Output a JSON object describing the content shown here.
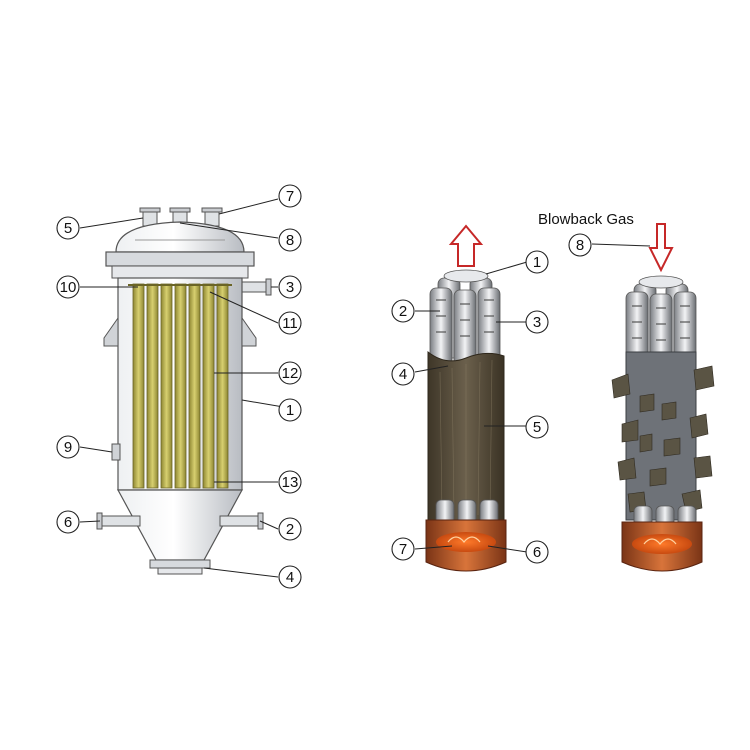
{
  "left_vessel": {
    "callouts": [
      "1",
      "2",
      "3",
      "4",
      "5",
      "6",
      "7",
      "8",
      "9",
      "10",
      "11",
      "12",
      "13"
    ]
  },
  "right_candles": {
    "title": "Blowback Gas",
    "callouts": [
      "1",
      "2",
      "3",
      "4",
      "5",
      "6",
      "7",
      "8"
    ]
  },
  "colors": {
    "vessel_gray": "#cfd2d6",
    "filter_tube": "#c8c060",
    "filter_cake": "#5a5040",
    "cup_copper": "#b0562a",
    "flow_arrow": "#c62828"
  }
}
